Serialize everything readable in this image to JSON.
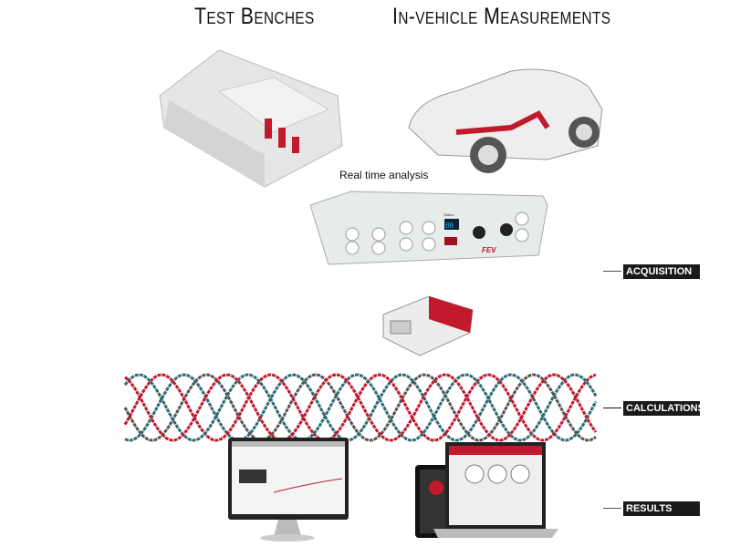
{
  "titles": {
    "left": "Test Benches",
    "right": "In-vehicle Measurements"
  },
  "caption": "Real time analysis",
  "stages": {
    "acquisition": "ACQUISITION",
    "calculations": "CALCULATIONS",
    "results": "RESULTS"
  },
  "device": {
    "brand": "FEV",
    "status_label": "Status",
    "status_display": "88"
  },
  "colors": {
    "teal": "#2f6b74",
    "red": "#c01a2c",
    "gray": "#555555",
    "tag_bg": "#1a1a1a"
  }
}
